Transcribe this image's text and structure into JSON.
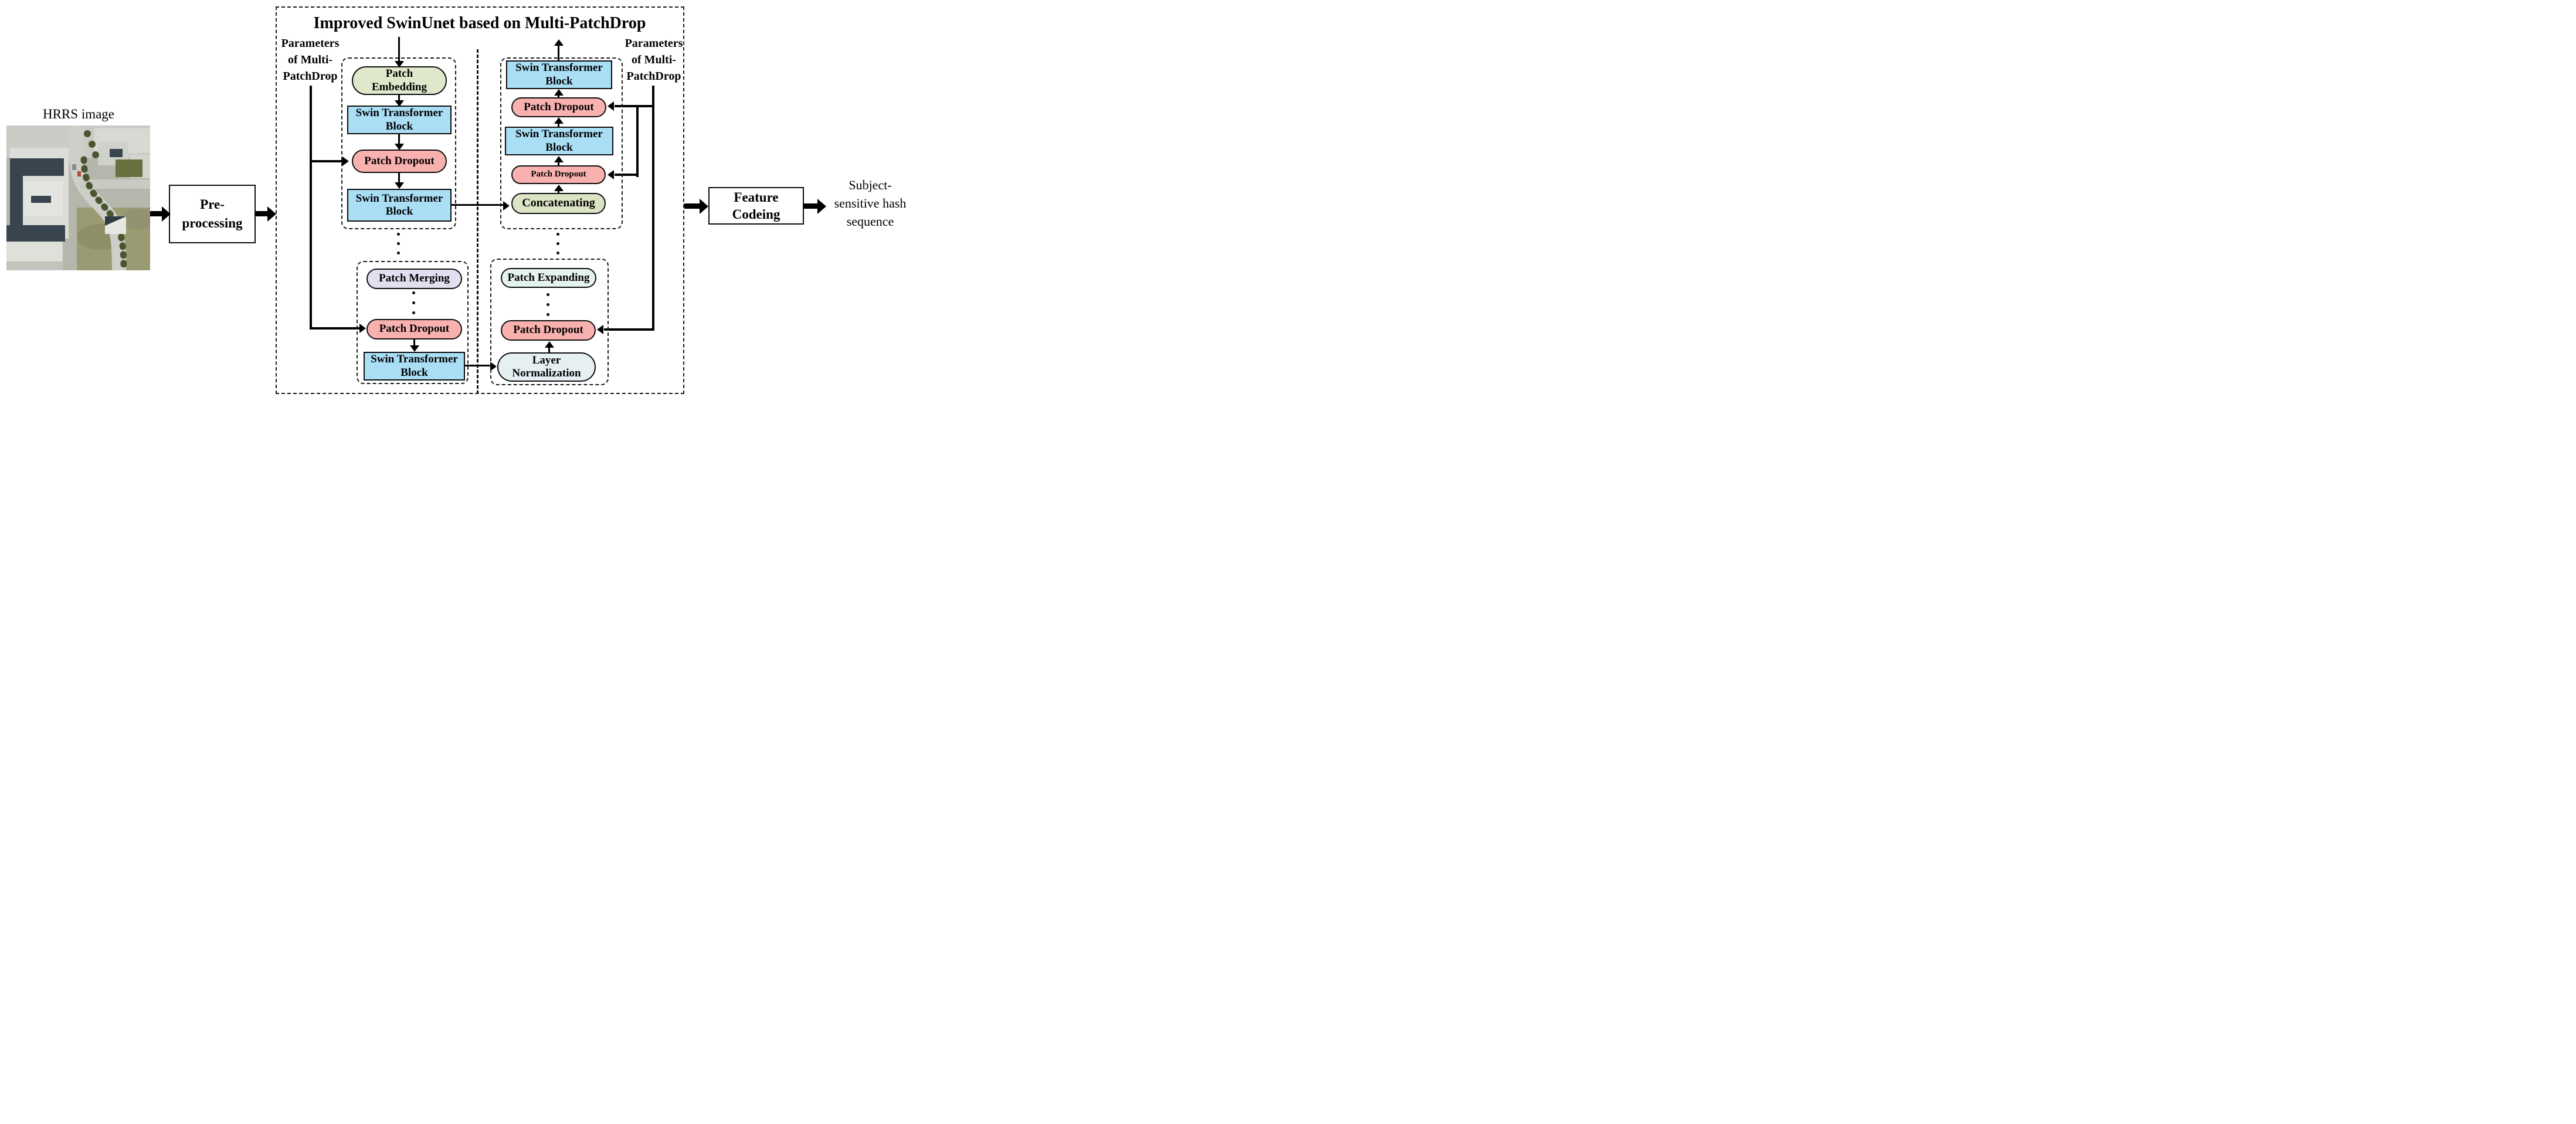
{
  "title": "Improved SwinUnet based on Multi-PatchDrop",
  "hrrs": {
    "label": "HRRS image"
  },
  "preprocessing": {
    "line1": "Pre-",
    "line2": "processing"
  },
  "params_left": {
    "line1": "Parameters",
    "line2": "of Multi-",
    "line3": "PatchDrop"
  },
  "params_right": {
    "line1": "Parameters",
    "line2": "of Multi-",
    "line3": "PatchDrop"
  },
  "encoder": {
    "stage1": {
      "patch_embedding": "Patch Embedding",
      "swin_block_1": "Swin Transformer Block",
      "patch_dropout": "Patch Dropout",
      "swin_block_2": "Swin Transformer Block"
    },
    "stageN": {
      "patch_merging": "Patch Merging",
      "patch_dropout": "Patch Dropout",
      "swin_block": "Swin Transformer Block"
    }
  },
  "decoder": {
    "stage1": {
      "swin_block_1": "Swin Transformer Block",
      "patch_dropout_1": "Patch Dropout",
      "swin_block_2": "Swin Transformer Block",
      "patch_dropout_2": "Patch Dropout",
      "concatenating": "Concatenating"
    },
    "stageN": {
      "patch_expanding": "Patch Expanding",
      "patch_dropout": "Patch Dropout",
      "layer_normalization": "Layer Normalization"
    }
  },
  "feature_coding": {
    "line1": "Feature",
    "line2": "Codeing"
  },
  "output": {
    "line1": "Subject-",
    "line2": "sensitive hash",
    "line3": "sequence"
  },
  "colors": {
    "swin_block": "#a9def5",
    "patch_dropout": "#f8b1af",
    "patch_embedding": "#dfe8cb",
    "concatenating": "#dce4c6",
    "patch_merging": "#e3def0",
    "patch_expanding": "#e4f2f0",
    "layer_normalization": "#e6f0f2",
    "line": "#000000"
  }
}
